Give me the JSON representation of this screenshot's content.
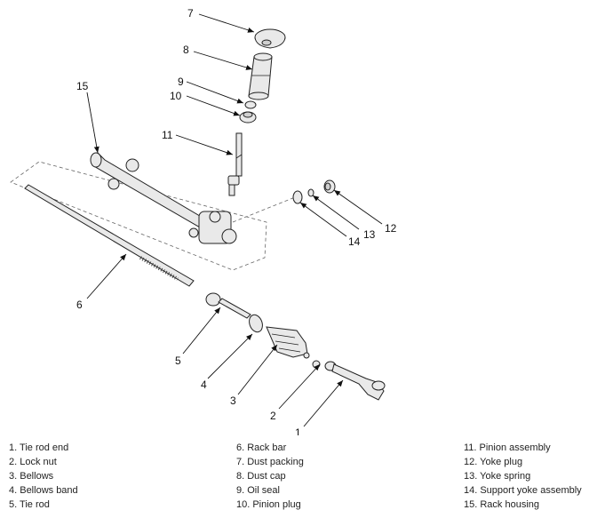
{
  "callouts": {
    "c1": "1",
    "c2": "2",
    "c3": "3",
    "c4": "4",
    "c5": "5",
    "c6": "6",
    "c7": "7",
    "c8": "8",
    "c9": "9",
    "c10": "10",
    "c11": "11",
    "c12": "12",
    "c13": "13",
    "c14": "14",
    "c15": "15"
  },
  "legend": {
    "col1": [
      "1. Tie rod end",
      "2. Lock nut",
      "3. Bellows",
      "4. Bellows band",
      "5. Tie rod"
    ],
    "col2": [
      "6. Rack bar",
      "7. Dust packing",
      "8. Dust cap",
      "9. Oil seal",
      "10. Pinion plug"
    ],
    "col3": [
      "11. Pinion assembly",
      "12. Yoke plug",
      "13. Yoke spring",
      "14. Support yoke assembly",
      "15. Rack housing"
    ]
  }
}
